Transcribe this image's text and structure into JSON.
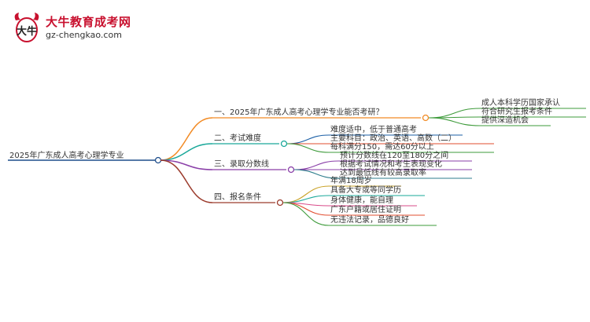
{
  "brand": {
    "logo_text": "大牛",
    "name": "大牛教育成考网",
    "url": "gz-chengkao.com"
  },
  "root": "2025年广东成人高考心理学专业",
  "branches": [
    {
      "label": "一、2025年广东成人高考心理学专业能否考研？",
      "color": "#f28b25",
      "children": [
        "成人本科学历国家承认",
        "符合研究生报考条件",
        "提供深造机会"
      ]
    },
    {
      "label": "二、考试难度",
      "color": "#1aa89a",
      "children": [
        "难度适中，低于普通高考",
        "主要科目：政治、英语、高数（二）",
        "每科满分150，需达60分以上"
      ]
    },
    {
      "label": "三、录取分数线",
      "color": "#8a3fa8",
      "children": [
        "预计分数线在120至180分之间",
        "根据考试情况和考生表现变化",
        "达到最低线有较高录取率"
      ]
    },
    {
      "label": "四、报名条件",
      "color": "#9b3b2c",
      "children": [
        "年满18周岁",
        "具备大专或等同学历",
        "身体健康，能自理",
        "广东户籍或居住证明",
        "无违法记录，品德良好"
      ]
    }
  ],
  "colors": {
    "root_line": "#1f4e8c",
    "b1_leaf": [
      "#3e9b3b",
      "#3e9b3b",
      "#3e9b3b"
    ],
    "b2_leaf": [
      "#1b5fa6",
      "#e24c2f",
      "#3e9b3b"
    ],
    "b3_leaf": [
      "#8a3fa8",
      "#8a3fa8",
      "#2e7d8c"
    ],
    "b4_leaf": [
      "#c9a227",
      "#1aa89a",
      "#d94b8a",
      "#e24c2f",
      "#3e9b3b"
    ]
  }
}
